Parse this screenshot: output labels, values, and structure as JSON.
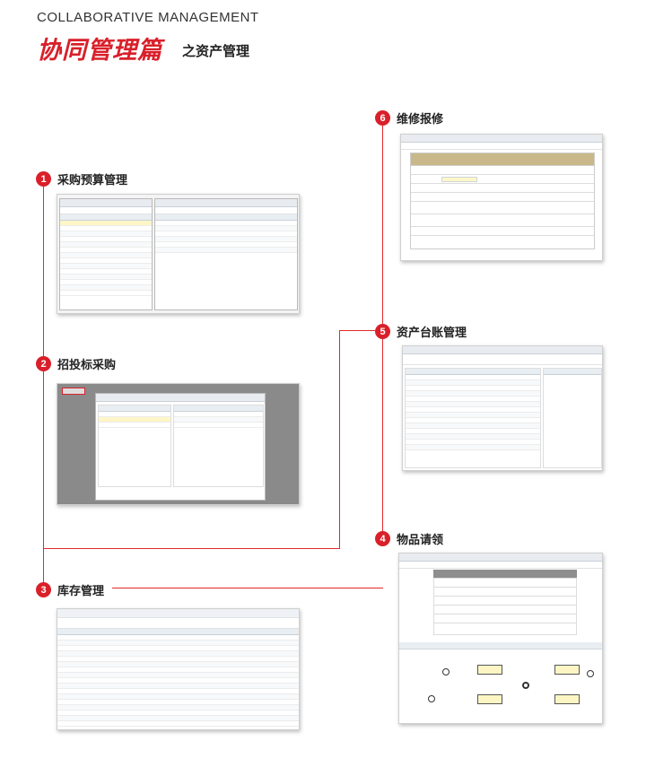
{
  "header": {
    "en_title": "COLLABORATIVE MANAGEMENT",
    "cn_title": "协同管理篇",
    "cn_subtitle": "之资产管理"
  },
  "steps": [
    {
      "num": "1",
      "label": "采购预算管理"
    },
    {
      "num": "2",
      "label": "招投标采购"
    },
    {
      "num": "3",
      "label": "库存管理"
    },
    {
      "num": "4",
      "label": "物品请领"
    },
    {
      "num": "5",
      "label": "资产台账管理"
    },
    {
      "num": "6",
      "label": "维修报修"
    }
  ],
  "colors": {
    "accent": "#d9202a",
    "line": "#e32a2a"
  }
}
